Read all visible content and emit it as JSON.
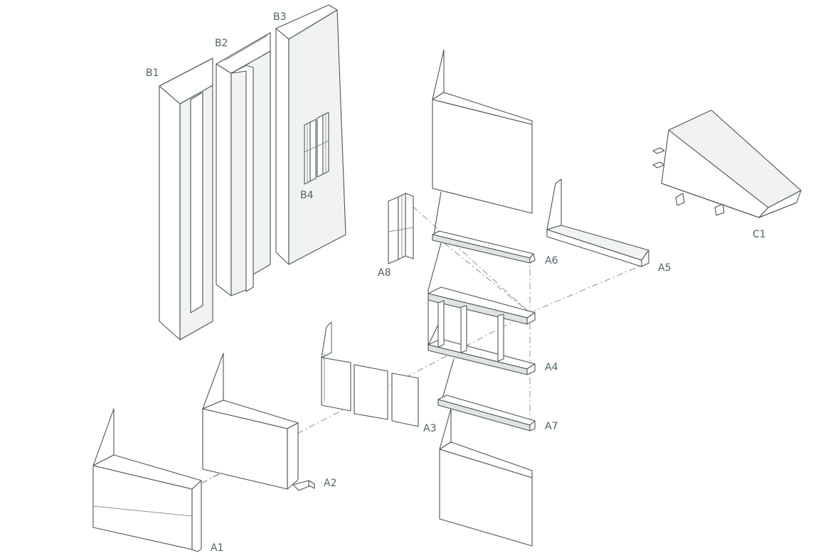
{
  "diagram": {
    "labels": {
      "A1": "A1",
      "A2": "A2",
      "A3": "A3",
      "A4": "A4",
      "A5": "A5",
      "A6": "A6",
      "A7": "A7",
      "A8": "A8",
      "B1": "B1",
      "B2": "B2",
      "B3": "B3",
      "B4": "B4",
      "C1": "C1"
    }
  }
}
